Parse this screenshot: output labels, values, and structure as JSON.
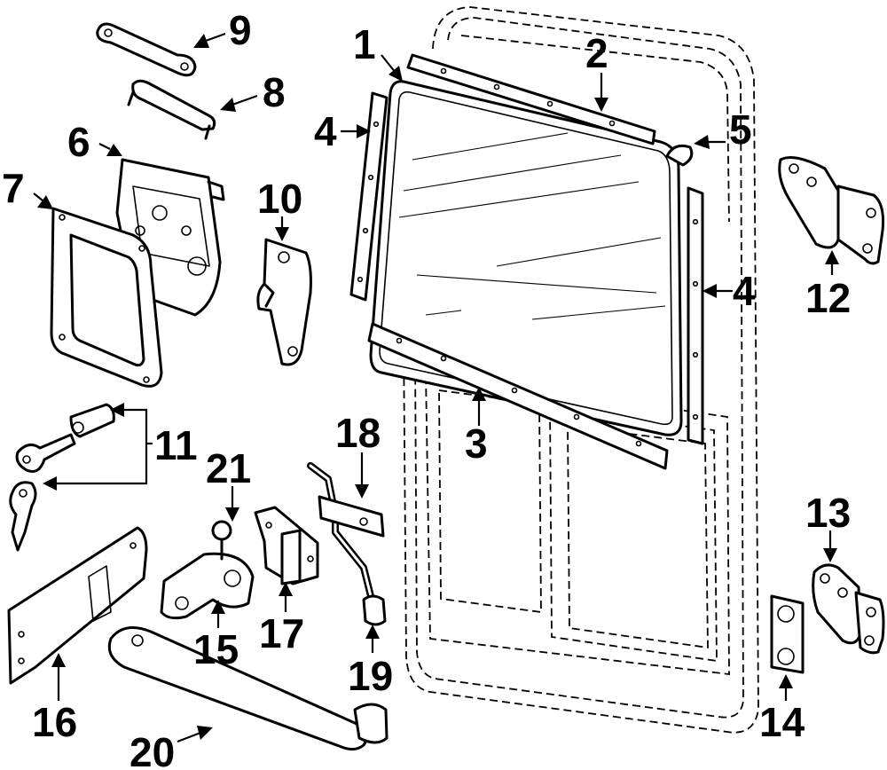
{
  "callouts": [
    {
      "id": "c1",
      "label": "1"
    },
    {
      "id": "c2",
      "label": "2"
    },
    {
      "id": "c3",
      "label": "3"
    },
    {
      "id": "c4a",
      "label": "4"
    },
    {
      "id": "c4b",
      "label": "4"
    },
    {
      "id": "c5",
      "label": "5"
    },
    {
      "id": "c6",
      "label": "6"
    },
    {
      "id": "c7",
      "label": "7"
    },
    {
      "id": "c8",
      "label": "8"
    },
    {
      "id": "c9",
      "label": "9"
    },
    {
      "id": "c10",
      "label": "10"
    },
    {
      "id": "c11",
      "label": "11"
    },
    {
      "id": "c12",
      "label": "12"
    },
    {
      "id": "c13",
      "label": "13"
    },
    {
      "id": "c14",
      "label": "14"
    },
    {
      "id": "c15",
      "label": "15"
    },
    {
      "id": "c16",
      "label": "16"
    },
    {
      "id": "c17",
      "label": "17"
    },
    {
      "id": "c18",
      "label": "18"
    },
    {
      "id": "c19",
      "label": "19"
    },
    {
      "id": "c20",
      "label": "20"
    },
    {
      "id": "c21",
      "label": "21"
    }
  ],
  "colors": {
    "line": "#000000",
    "background": "#ffffff"
  }
}
